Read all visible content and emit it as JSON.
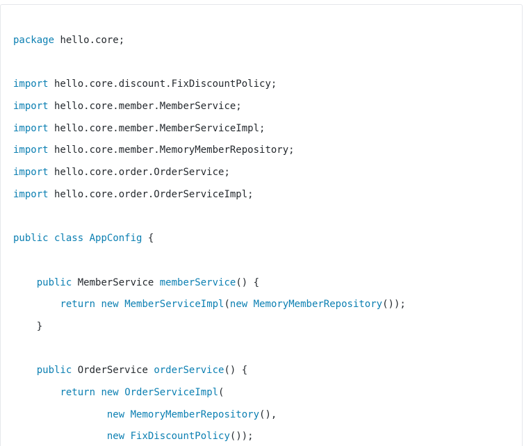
{
  "colors": {
    "keyword": "#0b7fb2",
    "text": "#24292e",
    "background": "#ffffff",
    "border": "#e5e7eb"
  },
  "code": {
    "lines": [
      [
        {
          "t": "package",
          "c": "keyword"
        },
        {
          "t": " hello.core;",
          "c": "text"
        }
      ],
      [],
      [
        {
          "t": "import",
          "c": "keyword"
        },
        {
          "t": " hello.core.discount.FixDiscountPolicy;",
          "c": "text"
        }
      ],
      [
        {
          "t": "import",
          "c": "keyword"
        },
        {
          "t": " hello.core.member.MemberService;",
          "c": "text"
        }
      ],
      [
        {
          "t": "import",
          "c": "keyword"
        },
        {
          "t": " hello.core.member.MemberServiceImpl;",
          "c": "text"
        }
      ],
      [
        {
          "t": "import",
          "c": "keyword"
        },
        {
          "t": " hello.core.member.MemoryMemberRepository;",
          "c": "text"
        }
      ],
      [
        {
          "t": "import",
          "c": "keyword"
        },
        {
          "t": " hello.core.order.OrderService;",
          "c": "text"
        }
      ],
      [
        {
          "t": "import",
          "c": "keyword"
        },
        {
          "t": " hello.core.order.OrderServiceImpl;",
          "c": "text"
        }
      ],
      [],
      [
        {
          "t": "public",
          "c": "keyword"
        },
        {
          "t": " ",
          "c": "text"
        },
        {
          "t": "class",
          "c": "keyword"
        },
        {
          "t": " ",
          "c": "text"
        },
        {
          "t": "AppConfig",
          "c": "type"
        },
        {
          "t": " {",
          "c": "text"
        }
      ],
      [],
      [
        {
          "t": "    ",
          "c": "text"
        },
        {
          "t": "public",
          "c": "keyword"
        },
        {
          "t": " MemberService ",
          "c": "text"
        },
        {
          "t": "memberService",
          "c": "func"
        },
        {
          "t": "() {",
          "c": "text"
        }
      ],
      [
        {
          "t": "        ",
          "c": "text"
        },
        {
          "t": "return",
          "c": "keyword"
        },
        {
          "t": " ",
          "c": "text"
        },
        {
          "t": "new",
          "c": "keyword"
        },
        {
          "t": " ",
          "c": "text"
        },
        {
          "t": "MemberServiceImpl",
          "c": "type"
        },
        {
          "t": "(",
          "c": "text"
        },
        {
          "t": "new",
          "c": "keyword"
        },
        {
          "t": " ",
          "c": "text"
        },
        {
          "t": "MemoryMemberRepository",
          "c": "type"
        },
        {
          "t": "());",
          "c": "text"
        }
      ],
      [
        {
          "t": "    }",
          "c": "text"
        }
      ],
      [],
      [
        {
          "t": "    ",
          "c": "text"
        },
        {
          "t": "public",
          "c": "keyword"
        },
        {
          "t": " OrderService ",
          "c": "text"
        },
        {
          "t": "orderService",
          "c": "func"
        },
        {
          "t": "() {",
          "c": "text"
        }
      ],
      [
        {
          "t": "        ",
          "c": "text"
        },
        {
          "t": "return",
          "c": "keyword"
        },
        {
          "t": " ",
          "c": "text"
        },
        {
          "t": "new",
          "c": "keyword"
        },
        {
          "t": " ",
          "c": "text"
        },
        {
          "t": "OrderServiceImpl",
          "c": "type"
        },
        {
          "t": "(",
          "c": "text"
        }
      ],
      [
        {
          "t": "                ",
          "c": "text"
        },
        {
          "t": "new",
          "c": "keyword"
        },
        {
          "t": " ",
          "c": "text"
        },
        {
          "t": "MemoryMemberRepository",
          "c": "type"
        },
        {
          "t": "(),",
          "c": "text"
        }
      ],
      [
        {
          "t": "                ",
          "c": "text"
        },
        {
          "t": "new",
          "c": "keyword"
        },
        {
          "t": " ",
          "c": "text"
        },
        {
          "t": "FixDiscountPolicy",
          "c": "type"
        },
        {
          "t": "());",
          "c": "text"
        }
      ]
    ]
  }
}
